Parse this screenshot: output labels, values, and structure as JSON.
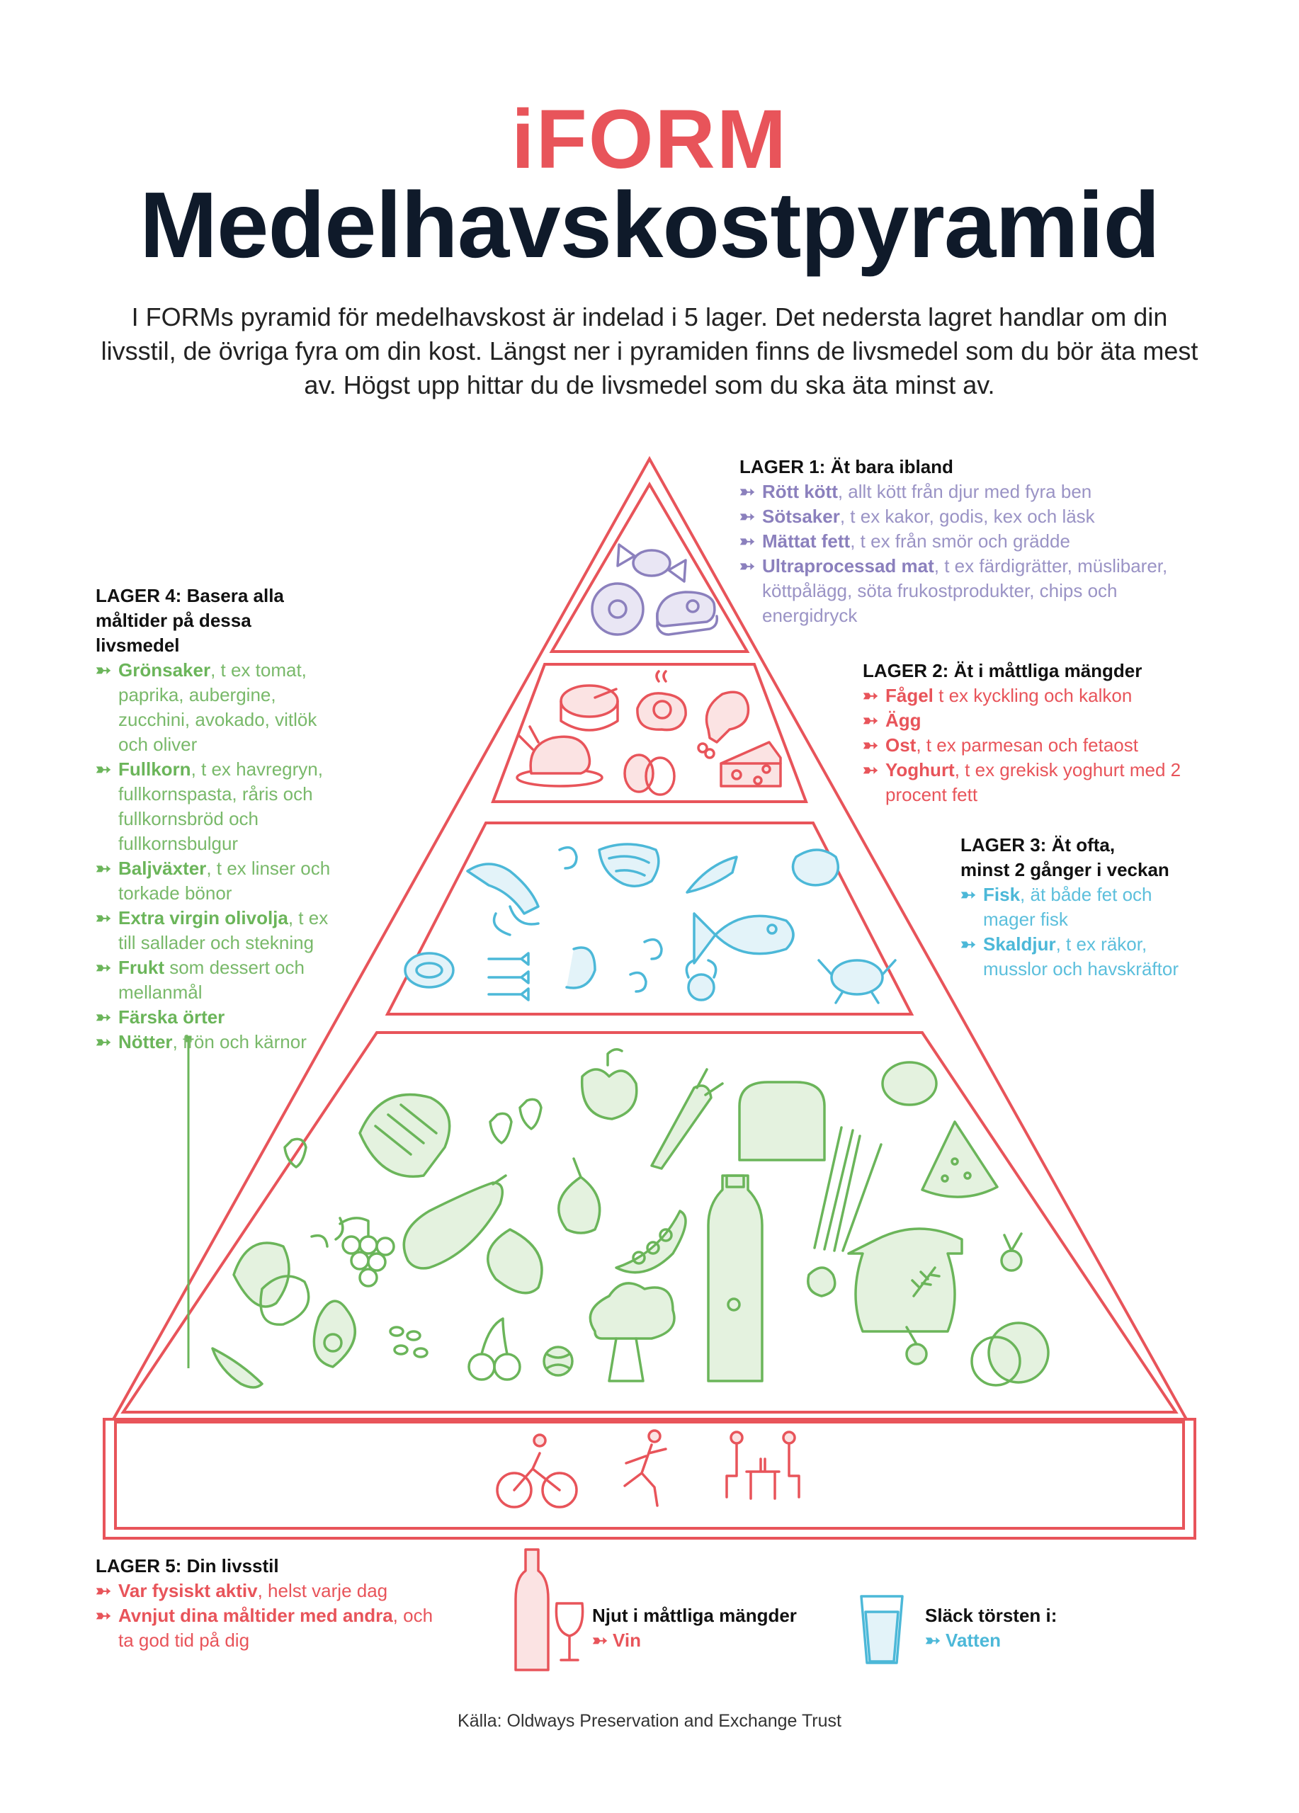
{
  "header": {
    "brand": "iFORM",
    "title": "Medelhavskostpyramid",
    "intro": "I FORMs pyramid för medelhavskost är indelad i 5 lager. Det nedersta lagret handlar om din livsstil, de övriga fyra om din kost. Längst ner i pyramiden finns de livsmedel som du bör äta mest av. Högst upp hittar du de livsmedel som du ska äta minst av."
  },
  "colors": {
    "brand": "#e8545a",
    "purple": "#8b80bd",
    "red": "#e8545a",
    "blue": "#4cb8d8",
    "green": "#6bb55a"
  },
  "layers": {
    "l1": {
      "heading": "LAGER 1: Ät bara ibland",
      "items": [
        {
          "bold": "Rött kött",
          "rest": ", allt kött från djur med fyra ben"
        },
        {
          "bold": "Sötsaker",
          "rest": ", t ex kakor, godis, kex och läsk"
        },
        {
          "bold": "Mättat fett",
          "rest": ", t ex från smör och grädde"
        },
        {
          "bold": "Ultraprocessad mat",
          "rest": ", t ex färdigrätter, müslibarer, köttpålägg, söta frukostprodukter, chips och energidryck"
        }
      ],
      "icons": [
        "candy-icon",
        "donut-icon",
        "steak-icon"
      ]
    },
    "l2": {
      "heading": "LAGER 2: Ät i måttliga mängder",
      "items": [
        {
          "bold": "Fågel",
          "rest": " t ex kyckling och kalkon"
        },
        {
          "bold": "Ägg",
          "rest": ""
        },
        {
          "bold": "Ost",
          "rest": ", t ex parmesan och fetaost"
        },
        {
          "bold": "Yoghurt",
          "rest": ", t ex grekisk yoghurt med 2 procent fett"
        }
      ],
      "icons": [
        "cheese-wheel-icon",
        "fried-egg-icon",
        "chicken-leg-icon",
        "roast-chicken-icon",
        "eggs-icon",
        "cheese-wedge-icon"
      ]
    },
    "l3": {
      "heading_line1": "LAGER 3: Ät ofta,",
      "heading_line2": "minst 2 gånger i veckan",
      "items": [
        {
          "bold": "Fisk",
          "rest": ", ät både fet och mager fisk"
        },
        {
          "bold": "Skaldjur",
          "rest": ", t ex räkor, musslor och havskräftor"
        }
      ],
      "icons": [
        "lobster-icon",
        "shrimp-icon",
        "salmon-icon",
        "fish-icon",
        "oyster-icon",
        "mussel-icon",
        "sardines-icon",
        "octopus-icon",
        "crab-icon"
      ]
    },
    "l4": {
      "heading": "LAGER 4: Basera alla måltider på dessa livsmedel",
      "items": [
        {
          "bold": "Grönsaker",
          "rest": ", t ex tomat, paprika, aubergine, zucchini, avokado, vitlök och oliver"
        },
        {
          "bold": "Fullkorn",
          "rest": ", t ex havregryn, fullkornspasta, råris och fullkornsbröd och fullkornsbulgur"
        },
        {
          "bold": "Baljväxter",
          "rest": ", t ex linser och torkade bönor"
        },
        {
          "bold": "Extra virgin olivolja",
          "rest": ", t ex till sallader och stekning"
        },
        {
          "bold": "Frukt",
          "rest": " som dessert och mellanmål"
        },
        {
          "bold": "Färska örter",
          "rest": ""
        },
        {
          "bold": "Nötter",
          "rest": ", frön och kärnor"
        }
      ],
      "icons": [
        "bread-icon",
        "strawberry-icon",
        "apple-icon",
        "carrot-icon",
        "toast-icon",
        "lemon-icon",
        "watermelon-icon",
        "eggplant-icon",
        "onion-icon",
        "peas-icon",
        "olive-oil-bottle-icon",
        "pasta-icon",
        "grain-sack-icon",
        "potato-icon",
        "garlic-icon",
        "grapes-icon",
        "avocado-icon",
        "broccoli-icon",
        "cherries-icon",
        "walnut-icon",
        "beans-icon",
        "almond-icon",
        "pomegranate-icon",
        "radish-icon",
        "chili-icon",
        "beet-icon"
      ]
    },
    "l5": {
      "heading": "LAGER 5: Din livsstil",
      "items": [
        {
          "bold": "Var fysiskt aktiv",
          "rest": ", helst varje dag"
        },
        {
          "bold": "Avnjut dina måltider med andra",
          "rest": ", och ta god tid på dig"
        }
      ],
      "icons": [
        "cyclist-icon",
        "runner-icon",
        "dinner-table-icon"
      ]
    }
  },
  "extras": {
    "wine": {
      "heading": "Njut i måttliga mängder",
      "item": "Vin"
    },
    "water": {
      "heading": "Släck törsten i:",
      "item": "Vatten"
    }
  },
  "arrow": "➳",
  "source": "Källa: Oldways Preservation and Exchange Trust"
}
